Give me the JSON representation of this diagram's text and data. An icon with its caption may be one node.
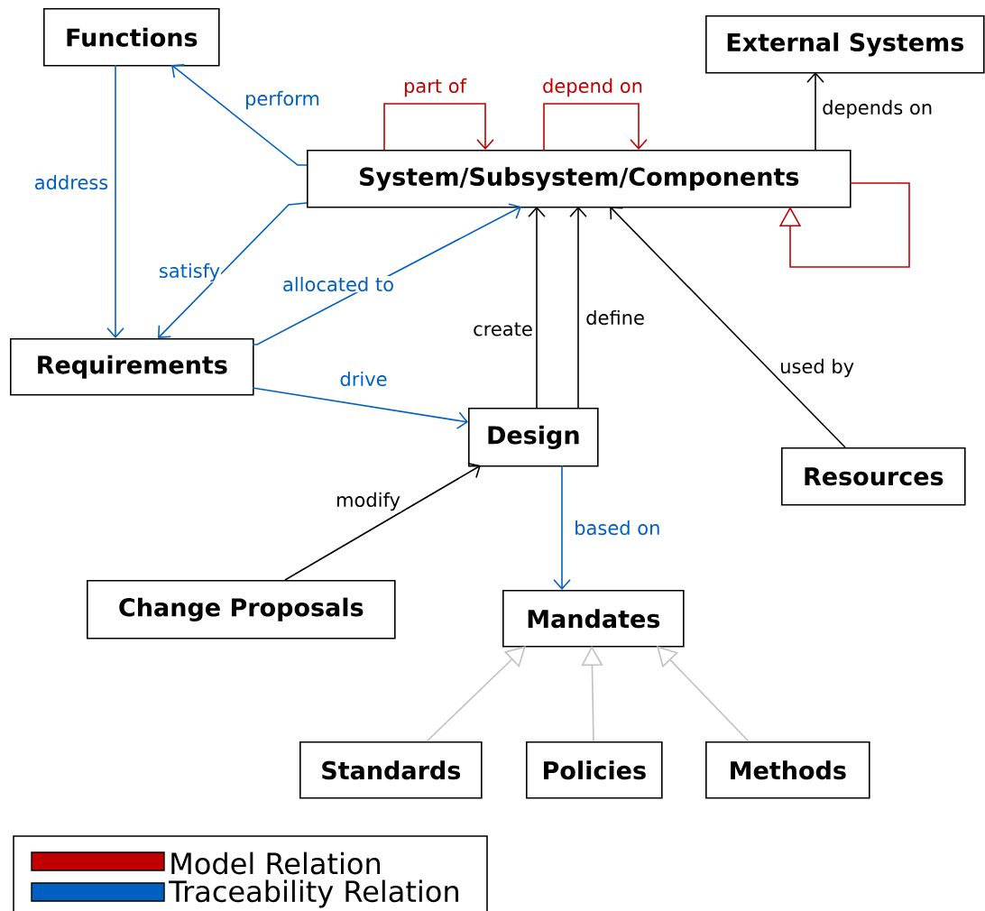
{
  "diagram": {
    "nodes": [
      {
        "text": [
          "Functions"
        ]
      },
      {
        "text": [
          "External Systems"
        ]
      },
      {
        "text": [
          "System/Subsystem/Components"
        ]
      },
      {
        "text": [
          "Requirements"
        ]
      },
      {
        "text": [
          "Design"
        ]
      },
      {
        "text": [
          "Resources"
        ]
      },
      {
        "text": [
          "Change Proposals"
        ]
      },
      {
        "text": [
          "Mandates"
        ]
      },
      {
        "text": [
          "Standards"
        ]
      },
      {
        "text": [
          "Policies"
        ]
      },
      {
        "text": [
          "Methods"
        ]
      }
    ],
    "edges": [
      {
        "from": 2,
        "to": 0,
        "arrow": "to",
        "label": "perform",
        "color": "#0060c0"
      },
      {
        "from": 0,
        "to": 3,
        "arrow": "to",
        "label": "address",
        "color": "#0060c0"
      },
      {
        "from": 2,
        "to": 3,
        "arrow": "to",
        "label": "satisfy",
        "color": "#0060c0"
      },
      {
        "from": 3,
        "to": 2,
        "arrow": "to",
        "label": "allocated to",
        "color": "#0060c0"
      },
      {
        "from": 3,
        "to": 4,
        "arrow": "to",
        "label": "drive",
        "color": "#0060c0"
      },
      {
        "from": 2,
        "to": 2,
        "arrow": "to",
        "label": "part of",
        "color": "#c00000"
      },
      {
        "from": 2,
        "to": 2,
        "arrow": "to",
        "label": "depend on",
        "color": "#c00000"
      },
      {
        "from": 2,
        "to": 1,
        "arrow": "to",
        "label": "depends on",
        "color": "#000000"
      },
      {
        "from": 2,
        "to": 2,
        "arrow": "to",
        "color": "#c00000"
      },
      {
        "from": 4,
        "to": 2,
        "arrow": "to",
        "label": "create",
        "color": "#000000"
      },
      {
        "from": 4,
        "to": 2,
        "arrow": "to",
        "label": "define",
        "color": "#000000"
      },
      {
        "from": 5,
        "to": 2,
        "arrow": "to",
        "label": "used by",
        "color": "#000000"
      },
      {
        "from": 6,
        "to": 4,
        "arrow": "to",
        "label": "modify",
        "color": "#000000"
      },
      {
        "from": 4,
        "to": 7,
        "arrow": "to",
        "label": "based on",
        "color": "#0060c0"
      },
      {
        "from": 8,
        "to": 7,
        "arrow": "to",
        "color": "#c0c0c0"
      },
      {
        "from": 9,
        "to": 7,
        "arrow": "to",
        "color": "#c0c0c0"
      },
      {
        "from": 10,
        "to": 7,
        "arrow": "to",
        "color": "#c0c0c0"
      }
    ],
    "legend": [
      {
        "text": "Model Relation",
        "color": "#c00000"
      },
      {
        "text": "Traceability Relation",
        "color": "#0060c0"
      }
    ]
  }
}
